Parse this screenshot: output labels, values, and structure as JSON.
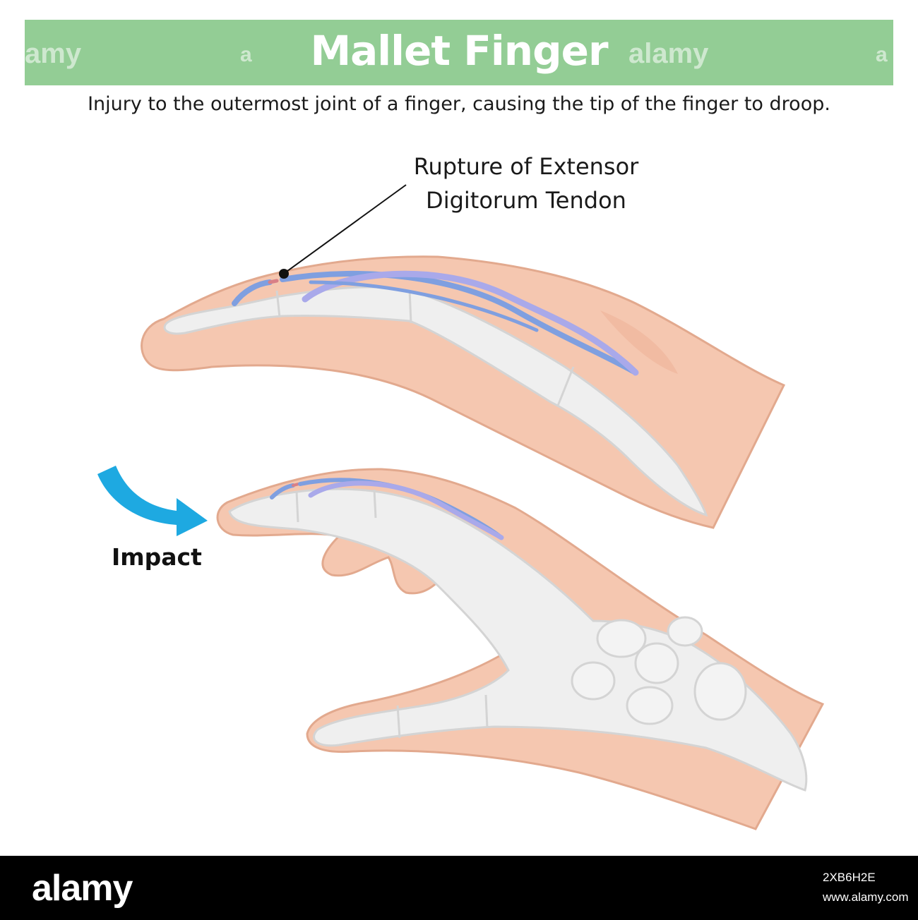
{
  "header": {
    "title": "Mallet Finger",
    "subtitle": "Injury to the outermost joint of a finger, causing the tip of the finger to droop.",
    "banner_color": "#93cd95"
  },
  "watermarks": [
    "amy",
    "a",
    "alamy",
    "a"
  ],
  "annotation": {
    "line1": "Rupture of Extensor",
    "line2": "Digitorum Tendon"
  },
  "impact": {
    "label": "Impact",
    "arrow_color": "#1ea9e1"
  },
  "colors": {
    "skin": "#f5c7b0",
    "skin_outline": "#e2a98e",
    "bone": "#efefef",
    "bone_outline": "#d4d4d4",
    "tendon": "#7f9fe0",
    "tendon_light": "#a9a9ea"
  },
  "footer": {
    "logo": "alamy",
    "image_id": "2XB6H2E",
    "url": "www.alamy.com"
  }
}
